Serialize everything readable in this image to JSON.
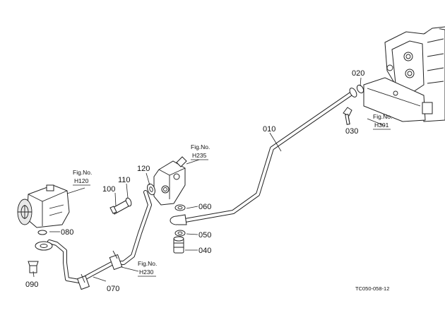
{
  "part_labels": {
    "p010": "010",
    "p020": "020",
    "p030": "030",
    "p040": "040",
    "p050": "050",
    "p060": "060",
    "p070": "070",
    "p080": "080",
    "p090": "090",
    "p100": "100",
    "p110": "110",
    "p120": "120"
  },
  "figure_refs": {
    "h120": {
      "line1": "Fig.No.",
      "line2": "H120"
    },
    "h235": {
      "line1": "Fig.No.",
      "line2": "H235"
    },
    "h230": {
      "line1": "Fig.No.",
      "line2": "H230"
    },
    "h301": {
      "line1": "Fig.No.",
      "line2": "H301"
    }
  },
  "drawing_code": "TC050-058-12"
}
